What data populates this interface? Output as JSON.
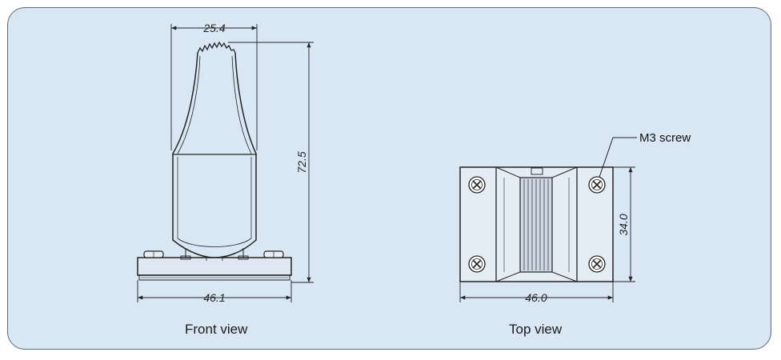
{
  "front_view": {
    "caption": "Front view",
    "dims": {
      "top_width": "25.4",
      "height": "72.5",
      "base_width": "46.1"
    }
  },
  "top_view": {
    "caption": "Top view",
    "dims": {
      "width": "46.0",
      "height": "34.0"
    },
    "screw_label": "M3 screw"
  }
}
